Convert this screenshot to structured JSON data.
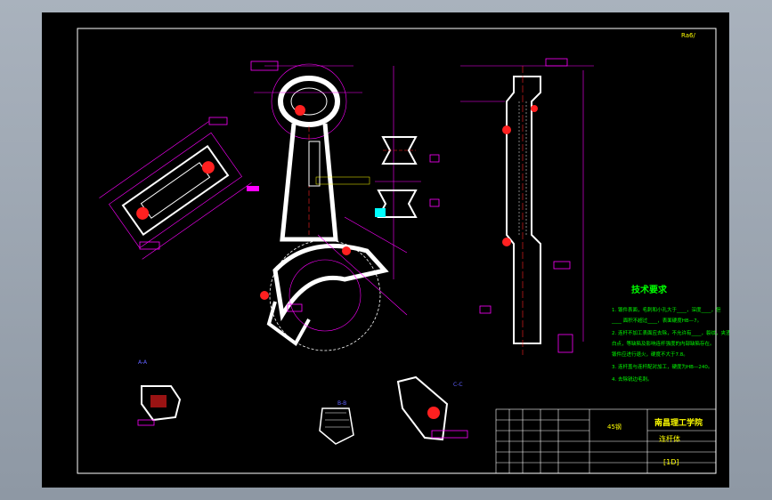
{
  "sheet": {
    "corner_tag": "Ra6/",
    "tech_requirements": {
      "title": "技术要求",
      "items": [
        "1. 锻件表面，毛刺和小孔大于____，深度____，但",
        "   ____ 面积不超过____，表面硬度HB—7。",
        "2. 连杆不加工表面应去除，不允许有____，裂纹，夹渣，",
        "   白点，等缺陷及影响连杆强度的内部缺陷存在。",
        "   锻件应进行退火，硬度不大于7.8。",
        "3. 连杆盖与连杆配对加工，硬度为HB—240。",
        "4. 去除锐边毛刺。"
      ]
    },
    "title_block": {
      "material": "45钢",
      "school": "南昌理工学院",
      "part_name": "连杆体",
      "drawing_no": "[1D]"
    },
    "view_labels": {
      "section_a": "A-A",
      "section_b": "B-B",
      "section_c": "C-C"
    }
  },
  "colors": {
    "background": "#000000",
    "outline": "#ffffff",
    "dimension": "#ff00ff",
    "center": "#ff2020",
    "hatch": "#ffffff",
    "text": "#ffff00",
    "highlight": "#00ffff",
    "border": "#ffffff"
  }
}
